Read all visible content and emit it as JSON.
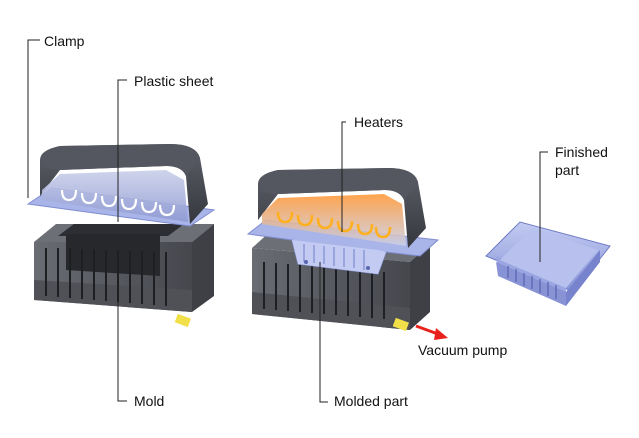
{
  "labels": {
    "clamp": "Clamp",
    "plastic_sheet": "Plastic sheet",
    "heaters": "Heaters",
    "finished_part_line1": "Finished",
    "finished_part_line2": "part",
    "mold": "Mold",
    "molded_part": "Molded part",
    "vacuum_pump": "Vacuum pump"
  },
  "colors": {
    "lid": "#4a4d55",
    "lid_dark": "#2e3036",
    "mold_body": "#595b62",
    "mold_dark": "#3a3c42",
    "sheet": "#a9b4e8",
    "sheet_edge": "#7f8cd0",
    "heater": "#ffb020",
    "heater_glow": "#ff7a30",
    "valve": "#f2e04a",
    "arrow": "#e8211c"
  }
}
